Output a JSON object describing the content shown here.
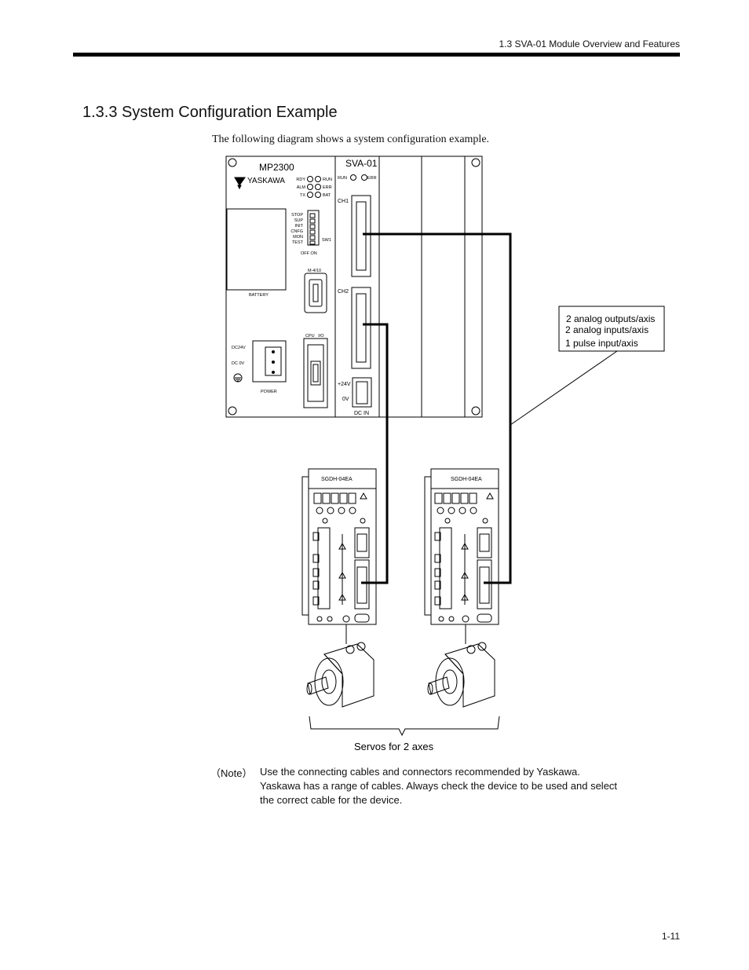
{
  "header": {
    "section_ref": "1.3  SVA-01 Module Overview and Features"
  },
  "title": "1.3.3  System Configuration Example",
  "intro": "The following diagram shows a system configuration example.",
  "mp2300": {
    "model": "MP2300",
    "brand": "YASKAWA",
    "leds_left": [
      "RDY",
      "ALM",
      "TX"
    ],
    "leds_right": [
      "RUN",
      "ERR",
      "BAT"
    ],
    "switch_labels": [
      "STOP",
      "SUP",
      "INIT",
      "CNFG",
      "MON",
      "TEST"
    ],
    "switch_name": "SW1",
    "switch_states": "OFF ON",
    "battery": "BATTERY",
    "m_port": "M-4/10",
    "cpu_io": "CPU   I/O",
    "dc24v": "DC24V",
    "dc0v": "DC 0V",
    "power": "POWER"
  },
  "sva01": {
    "model": "SVA-01",
    "run": "RUN",
    "err": "ERR",
    "ch1": "CH1",
    "ch2": "CH2",
    "p24v": "+24V",
    "zero_v": "0V",
    "dc_in": "DC IN"
  },
  "callout": {
    "lines": [
      "2 analog outputs/axis",
      "2 analog inputs/axis",
      "1 pulse input/axis"
    ]
  },
  "servo_packs": [
    {
      "model": "SGDH-04EA"
    },
    {
      "model": "SGDH-04EA"
    }
  ],
  "servos_caption": "Servos for 2 axes",
  "note": {
    "label": "（Note）",
    "lines": [
      "Use the connecting cables and connectors recommended by Yaskawa.",
      "Yaskawa has a range of cables. Always check the device to be used and select",
      "the correct cable for the device."
    ]
  },
  "page_number": "1-11"
}
